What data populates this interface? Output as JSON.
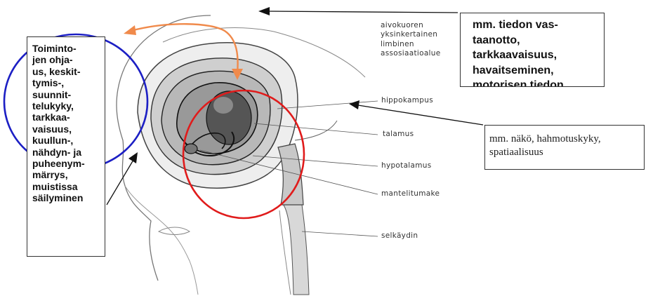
{
  "left_box": {
    "text": "Toiminto-\njen ohja-\nus, keskit-\ntymis-,\nsuunnit-\ntelukyky,\ntarkkaa-\nvaisuus,\nkuullun-,\nnähdyn- ja\npuheenym-\nmärrys,\nmuistissa\nsäilyminen"
  },
  "top_right_box": {
    "text": "mm. tiedon vas-\ntaanotto,\ntarkkaavaisuus,\nhavaitseminen,\nmotorisen tiedon"
  },
  "right_box": {
    "text": "mm. näkö, hahmotuskyky,\nspatiaalisuus"
  },
  "labels": {
    "cortex": [
      "aivokuoren",
      "yksinkertainen",
      "limbinen",
      "assosiaatioalue"
    ],
    "hippocampus": "hippokampus",
    "thalamus": "talamus",
    "hypothalamus": "hypotalamus",
    "amygdala": "mantelitumake",
    "spinal_cord": "selkäydin"
  },
  "colors": {
    "blue_circle": "#1c1fc4",
    "red_circle": "#e01b1b",
    "orange_arrow": "#f08a4b",
    "ink": "#222222"
  }
}
